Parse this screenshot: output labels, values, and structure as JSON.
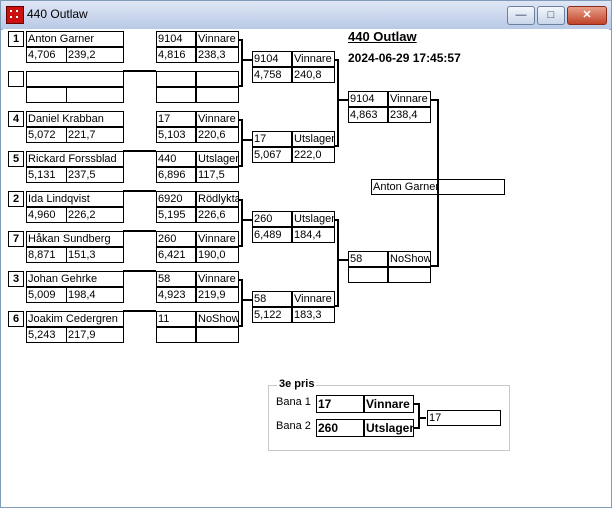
{
  "window": {
    "title": "440 Outlaw"
  },
  "event": {
    "title": "440 Outlaw",
    "datetime": "2024-06-29 17:45:57"
  },
  "round1": [
    {
      "seed": "1",
      "name": "Anton Garner",
      "a": "4,706",
      "b": "239,2"
    },
    {
      "seed": "",
      "name": "",
      "a": "",
      "b": ""
    },
    {
      "seed": "4",
      "name": "Daniel Krabban",
      "a": "5,072",
      "b": "221,7"
    },
    {
      "seed": "5",
      "name": "Rickard Forssblad",
      "a": "5,131",
      "b": "237,5"
    },
    {
      "seed": "2",
      "name": "Ida Lindqvist",
      "a": "4,960",
      "b": "226,2"
    },
    {
      "seed": "7",
      "name": "Håkan Sundberg",
      "a": "8,871",
      "b": "151,3"
    },
    {
      "seed": "3",
      "name": "Johan Gehrke",
      "a": "5,009",
      "b": "198,4"
    },
    {
      "seed": "6",
      "name": "Joakim Cedergren",
      "a": "5,243",
      "b": "217,9"
    }
  ],
  "round2": [
    {
      "no": "9104",
      "result": "Vinnare",
      "a": "4,816",
      "b": "238,3"
    },
    {
      "no": "",
      "result": "",
      "a": "",
      "b": ""
    },
    {
      "no": "17",
      "result": "Vinnare",
      "a": "5,103",
      "b": "220,6"
    },
    {
      "no": "440",
      "result": "Utslagen",
      "a": "6,896",
      "b": "117,5"
    },
    {
      "no": "6920",
      "result": "Rödlyktan",
      "a": "5,195",
      "b": "226,6"
    },
    {
      "no": "260",
      "result": "Vinnare",
      "a": "6,421",
      "b": "190,0"
    },
    {
      "no": "58",
      "result": "Vinnare",
      "a": "4,923",
      "b": "219,9"
    },
    {
      "no": "11",
      "result": "NoShow",
      "a": "",
      "b": ""
    }
  ],
  "round3": [
    {
      "no": "9104",
      "result": "Vinnare",
      "a": "4,758",
      "b": "240,8"
    },
    {
      "no": "17",
      "result": "Utslagen",
      "a": "5,067",
      "b": "222,0"
    },
    {
      "no": "260",
      "result": "Utslagen",
      "a": "6,489",
      "b": "184,4"
    },
    {
      "no": "58",
      "result": "Vinnare",
      "a": "5,122",
      "b": "183,3"
    }
  ],
  "round4": [
    {
      "no": "9104",
      "result": "Vinnare",
      "a": "4,863",
      "b": "238,4"
    },
    {
      "no": "58",
      "result": "NoShow",
      "a": "",
      "b": ""
    }
  ],
  "champion": "Anton Garner",
  "third": {
    "label": "3e pris",
    "lane1": {
      "label": "Bana 1",
      "no": "17",
      "result": "Vinnare"
    },
    "lane2": {
      "label": "Bana 2",
      "no": "260",
      "result": "Utslagen"
    },
    "winner": "17"
  }
}
